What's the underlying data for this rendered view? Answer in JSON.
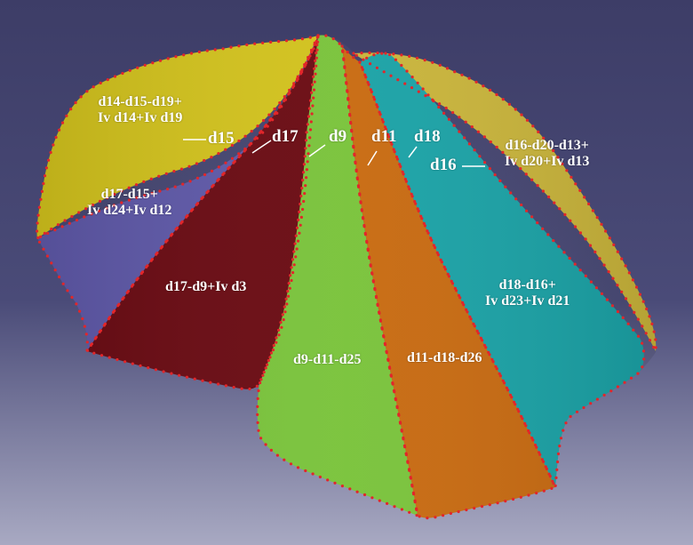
{
  "colors": {
    "bg_top": "#3d3d67",
    "bg_bottom": "#a8a9c2",
    "yellow": "#d2c21c",
    "gold": "#c9b43a",
    "blue": "#5e58a8",
    "darkred": "#6a0a12",
    "green": "#79c33a",
    "orange": "#c86a10",
    "teal": "#1aa2a6",
    "seam": "#e2262a"
  },
  "region_labels": {
    "yellow": [
      "d14-d15-d19+",
      "Iv d14+Iv d19"
    ],
    "blue": [
      "d17-d15+",
      "Iv d24+Iv d12"
    ],
    "darkred": [
      "d17-d9+Iv d3"
    ],
    "green": [
      "d9-d11-d25"
    ],
    "orange": [
      "d11-d18-d26"
    ],
    "teal": [
      "d18-d16+",
      "Iv d23+Iv d21"
    ],
    "gold": [
      "d16-d20-d13+",
      "Iv d20+Iv d13"
    ]
  },
  "seam_labels": {
    "d15": "d15",
    "d17": "d17",
    "d9": "d9",
    "d11": "d11",
    "d18": "d18",
    "d16": "d16"
  }
}
